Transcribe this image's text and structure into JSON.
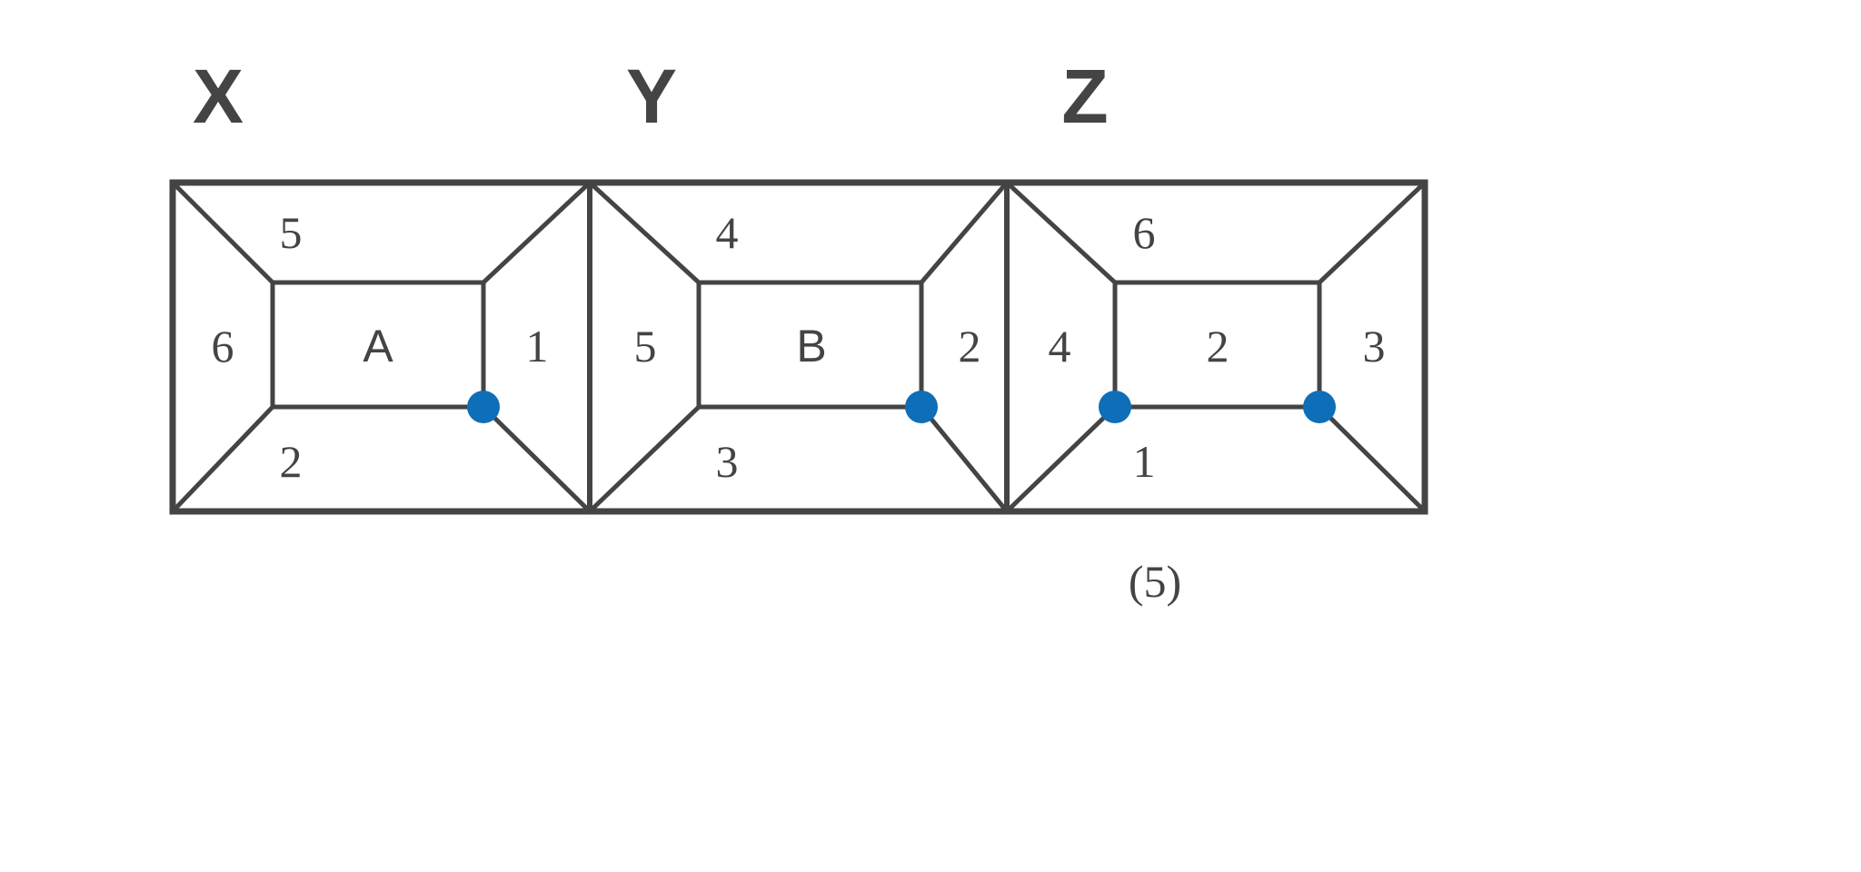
{
  "headers": [
    "X",
    "Y",
    "Z"
  ],
  "panels": [
    {
      "center": "A",
      "top": "5",
      "left": "6",
      "right": "1",
      "bottom": "2"
    },
    {
      "center": "B",
      "top": "4",
      "left": "5",
      "right": "2",
      "bottom": "3"
    },
    {
      "center": "2",
      "top": "6",
      "left": "4",
      "right": "3",
      "bottom": "1"
    }
  ],
  "caption": "(5)",
  "colors": {
    "line": "#444444",
    "dot": "#0e6eb8"
  }
}
